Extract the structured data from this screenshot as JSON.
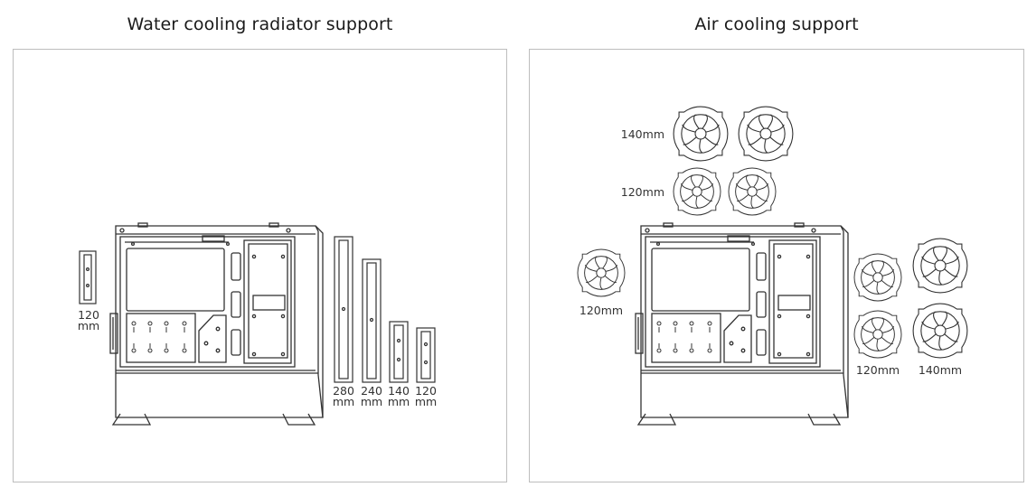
{
  "water": {
    "title": "Water cooling radiator support",
    "rear_label": [
      "120",
      "mm"
    ],
    "front_labels": [
      {
        "l1": "280",
        "l2": "mm"
      },
      {
        "l1": "240",
        "l2": "mm"
      },
      {
        "l1": "140",
        "l2": "mm"
      },
      {
        "l1": "120",
        "l2": "mm"
      }
    ]
  },
  "air": {
    "title": "Air cooling support",
    "top_labels": [
      "140mm",
      "120mm"
    ],
    "rear_label": "120mm",
    "front_labels": [
      "120mm",
      "140mm"
    ]
  },
  "colors": {
    "line": "#333333",
    "border": "#bdbdbd"
  }
}
